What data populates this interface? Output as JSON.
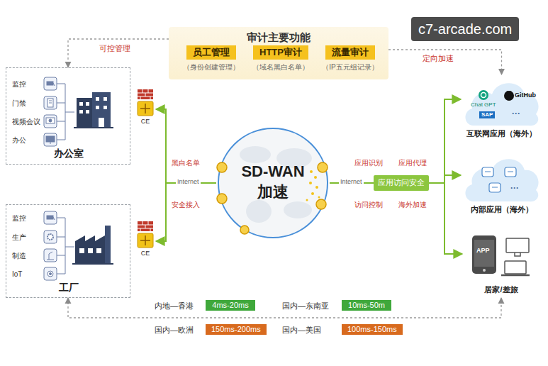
{
  "diagram": {
    "nodes": [
      {
        "text": [
          "审计主要功能"
        ]
      },
      {
        "text": [
          "员工管理",
          "（身份创建管理）"
        ],
        "in": 0
      },
      {
        "text": [
          "HTTP审计",
          "（域名黑白名单）"
        ],
        "in": 0
      },
      {
        "text": [
          "流量审计",
          "（IP五元组记录）"
        ],
        "in": 0
      },
      {
        "text": [
          "办公室"
        ]
      },
      {
        "text": [
          "监控"
        ],
        "in": 4
      },
      {
        "text": [
          "门禁"
        ],
        "in": 4
      },
      {
        "text": [
          "视频会议"
        ],
        "in": 4
      },
      {
        "text": [
          "办公"
        ],
        "in": 4
      },
      {
        "text": [
          "CE"
        ]
      },
      {
        "text": [
          "工厂"
        ]
      },
      {
        "text": [
          "监控"
        ],
        "in": 10
      },
      {
        "text": [
          "生产"
        ],
        "in": 10
      },
      {
        "text": [
          "制造"
        ],
        "in": 10
      },
      {
        "text": [
          "IoT"
        ],
        "in": 10
      },
      {
        "text": [
          "CE"
        ]
      },
      {
        "text": [
          "SD-WAN 加速"
        ]
      },
      {
        "text": [
          "应用访问安全"
        ]
      },
      {
        "text": [
          "互联网应用（海外）",
          "Chat GPT",
          "GitHub",
          "SAP",
          "···"
        ]
      },
      {
        "text": [
          "内部应用（海外）",
          "···"
        ]
      },
      {
        "text": [
          "居家/差旅",
          "APP"
        ]
      },
      {
        "text": [
          "内地—香港",
          "4ms-20ms"
        ]
      },
      {
        "text": [
          "国内—东南亚",
          "10ms-50m"
        ]
      },
      {
        "text": [
          "国内—欧洲",
          "150ms-200ms"
        ]
      },
      {
        "text": [
          "国内—美国",
          "100ms-150ms"
        ]
      }
    ],
    "edges": [
      {
        "from": 16,
        "to": 9,
        "arrow": "to"
      },
      {
        "from": 16,
        "to": 15,
        "arrow": "to"
      },
      {
        "from": 16,
        "to": 17,
        "arrow": "none",
        "label": "Internet"
      },
      {
        "from": 17,
        "to": 18,
        "arrow": "to"
      },
      {
        "from": 17,
        "to": 19,
        "arrow": "to"
      },
      {
        "from": 17,
        "to": 20,
        "arrow": "to"
      },
      {
        "from": 0,
        "to": 4,
        "arrow": "to",
        "label": "可控管理"
      },
      {
        "from": 0,
        "to": 18,
        "arrow": "to",
        "label": "定向加速"
      },
      {
        "from": 10,
        "to": 20,
        "arrow": "both"
      }
    ],
    "labels": [
      "黑白名单",
      "Internet",
      "安全接入",
      "应用识别",
      "应用代理",
      "访问控制",
      "海外加速",
      "c7-arcade.com"
    ]
  }
}
